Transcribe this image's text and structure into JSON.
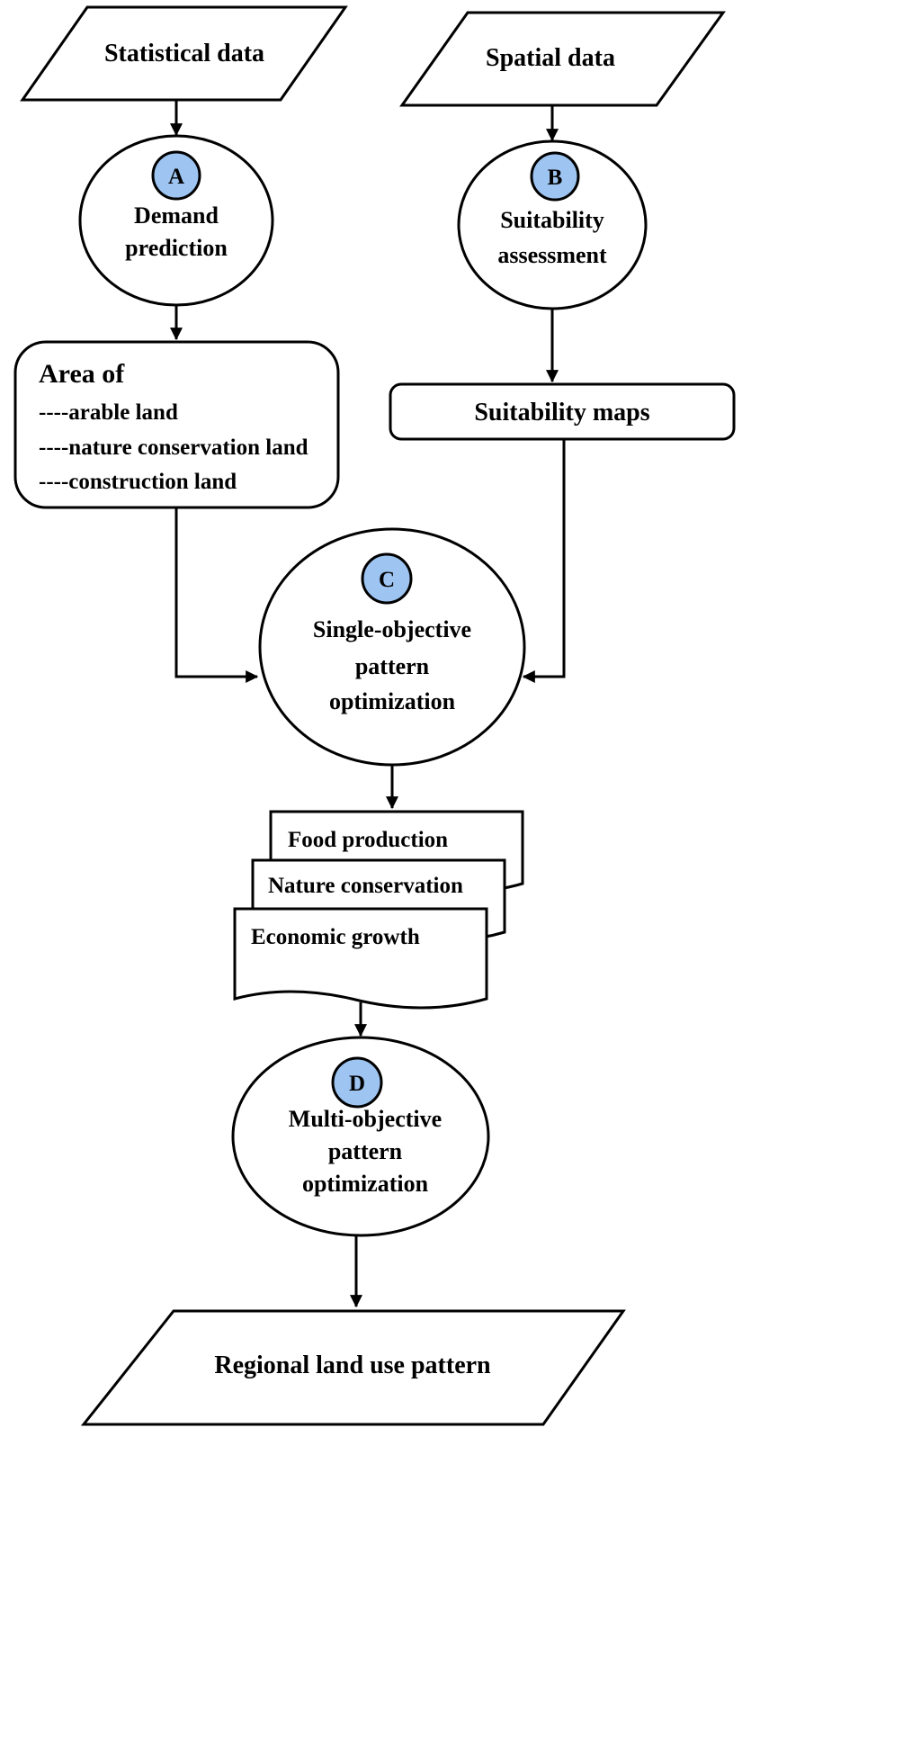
{
  "inputs": {
    "statistical": "Statistical data",
    "spatial": "Spatial data"
  },
  "nodes": {
    "a": {
      "badge": "A",
      "line1": "Demand",
      "line2": "prediction"
    },
    "b": {
      "badge": "B",
      "line1": "Suitability",
      "line2": "assessment"
    },
    "c": {
      "badge": "C",
      "line1": "Single-objective",
      "line2": "pattern",
      "line3": "optimization"
    },
    "d": {
      "badge": "D",
      "line1": "Multi-objective",
      "line2": "pattern",
      "line3": "optimization"
    }
  },
  "area_box": {
    "title": "Area of",
    "items": [
      "----arable land",
      "----nature conservation land",
      "----construction land"
    ]
  },
  "suitability_maps": "Suitability maps",
  "documents": [
    "Food production",
    "Nature conservation",
    "Economic growth"
  ],
  "output": "Regional land use pattern",
  "colors": {
    "badge_fill": "#9ec5f2",
    "stroke": "#000000",
    "background": "#ffffff"
  }
}
